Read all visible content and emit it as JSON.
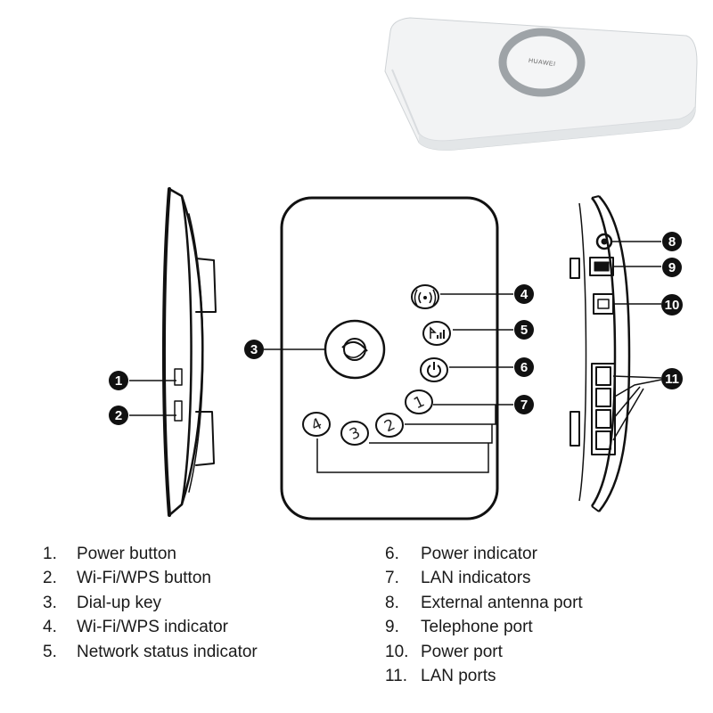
{
  "brand_text": "HUAWEI",
  "callouts": [
    "1",
    "2",
    "3",
    "4",
    "5",
    "6",
    "7",
    "8",
    "9",
    "10",
    "11"
  ],
  "lan_labels": [
    "1",
    "2",
    "3",
    "4"
  ],
  "legend_left": [
    {
      "num": "1.",
      "label": "Power button"
    },
    {
      "num": "2.",
      "label": "Wi-Fi/WPS button"
    },
    {
      "num": "3.",
      "label": "Dial-up key"
    },
    {
      "num": "4.",
      "label": "Wi-Fi/WPS indicator"
    },
    {
      "num": "5.",
      "label": "Network status indicator"
    }
  ],
  "legend_right": [
    {
      "num": "6.",
      "label": "Power indicator"
    },
    {
      "num": "7.",
      "label": "LAN indicators"
    },
    {
      "num": "8.",
      "label": "External antenna port"
    },
    {
      "num": "9.",
      "label": "Telephone port"
    },
    {
      "num": "10.",
      "label": "Power port"
    },
    {
      "num": "11.",
      "label": "LAN ports"
    }
  ]
}
